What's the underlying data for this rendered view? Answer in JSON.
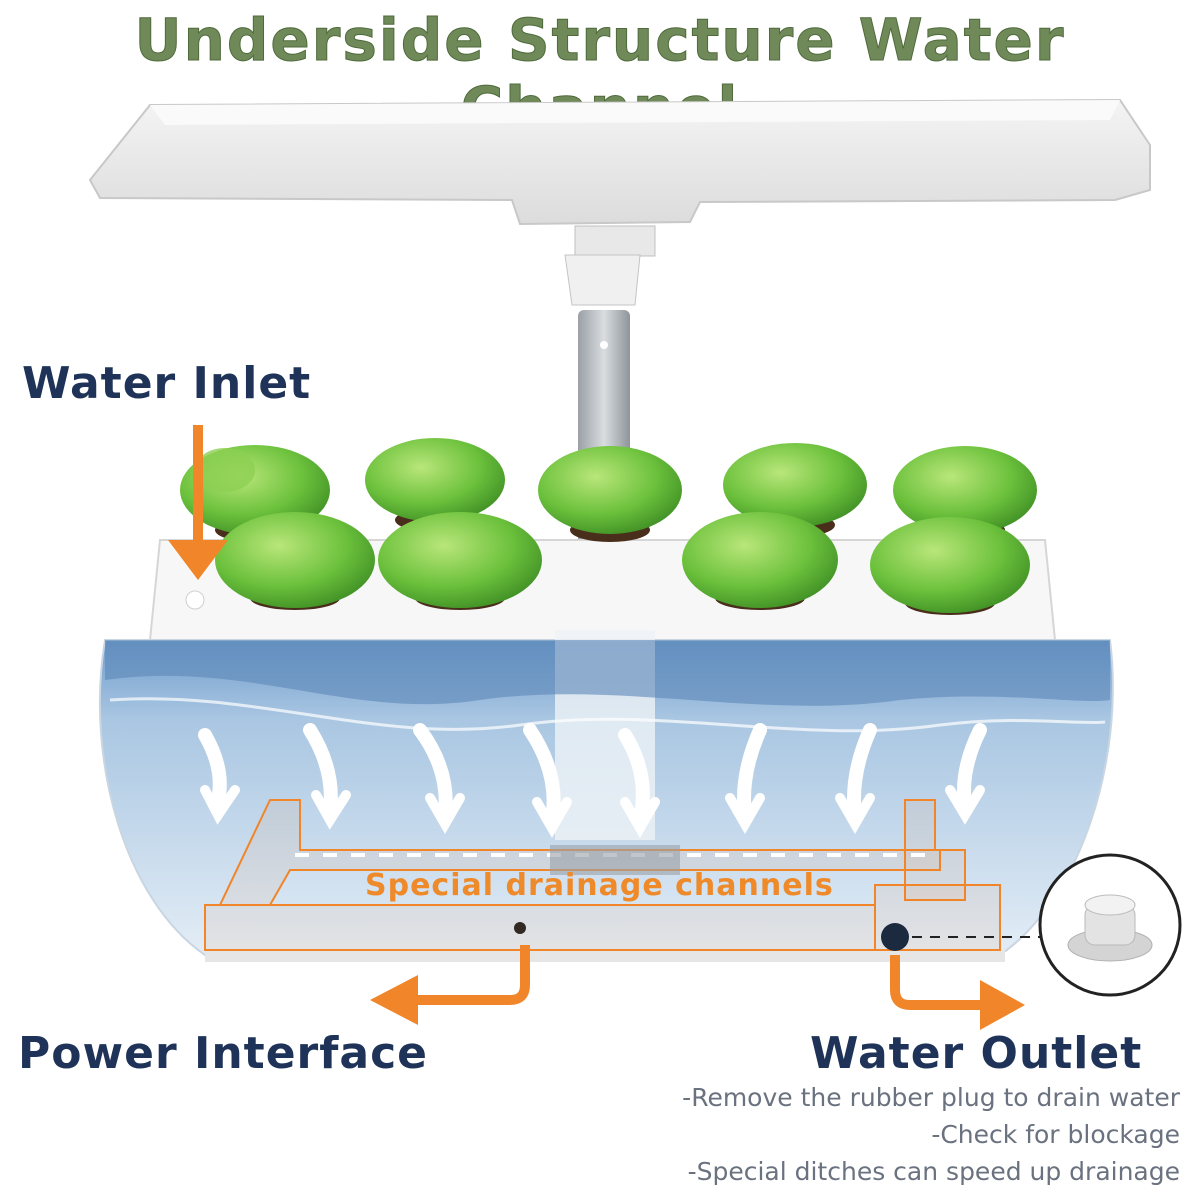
{
  "title": "Underside Structure Water Channel",
  "labels": {
    "water_inlet": "Water Inlet",
    "power_interface": "Power Interface",
    "water_outlet": "Water Outlet",
    "channels": "Special drainage channels"
  },
  "notes": [
    "-Remove the rubber plug to drain water",
    "-Check for blockage",
    "-Special ditches can speed up drainage"
  ],
  "colors": {
    "title": "#6f8a58",
    "label": "#1f3358",
    "arrow": "#f0852a",
    "water": "#8fb6d8",
    "lettuce": "#5fb43a"
  },
  "icons": [
    "grow-lamp-icon",
    "lettuce-plant-icon",
    "water-flow-arrow-icon",
    "rubber-plug-icon"
  ]
}
